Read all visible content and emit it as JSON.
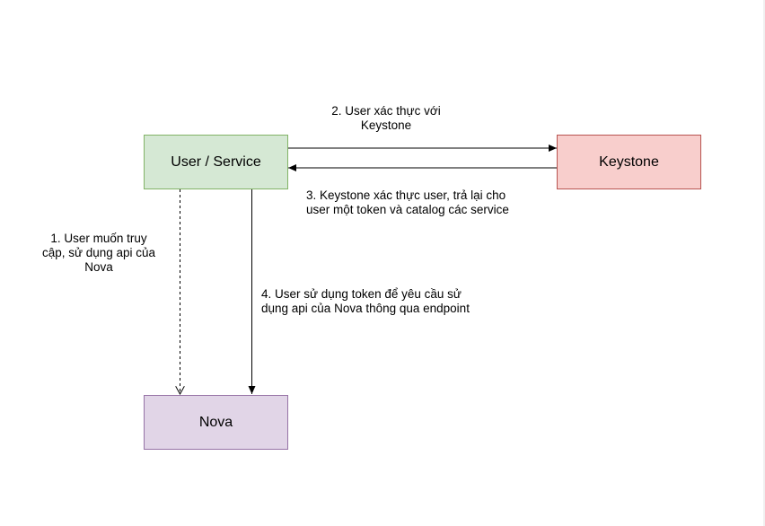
{
  "nodes": {
    "user_service": {
      "label": "User / Service",
      "fill": "#d5e8d4",
      "stroke": "#82b366"
    },
    "keystone": {
      "label": "Keystone",
      "fill": "#f8cecc",
      "stroke": "#b85450"
    },
    "nova": {
      "label": "Nova",
      "fill": "#e1d5e7",
      "stroke": "#9673a6"
    }
  },
  "edges": {
    "step1": {
      "label": "1. User muốn truy\ncập, sử dụng api của\nNova",
      "style": "dashed"
    },
    "step2": {
      "label": "2. User xác thực với\nKeystone",
      "style": "solid"
    },
    "step3": {
      "label": "3. Keystone xác thực user, trả lại cho\nuser một token và catalog các service",
      "style": "solid"
    },
    "step4": {
      "label": "4. User sử dụng token để yêu cầu sử\ndụng api của Nova thông qua endpoint",
      "style": "solid"
    }
  }
}
